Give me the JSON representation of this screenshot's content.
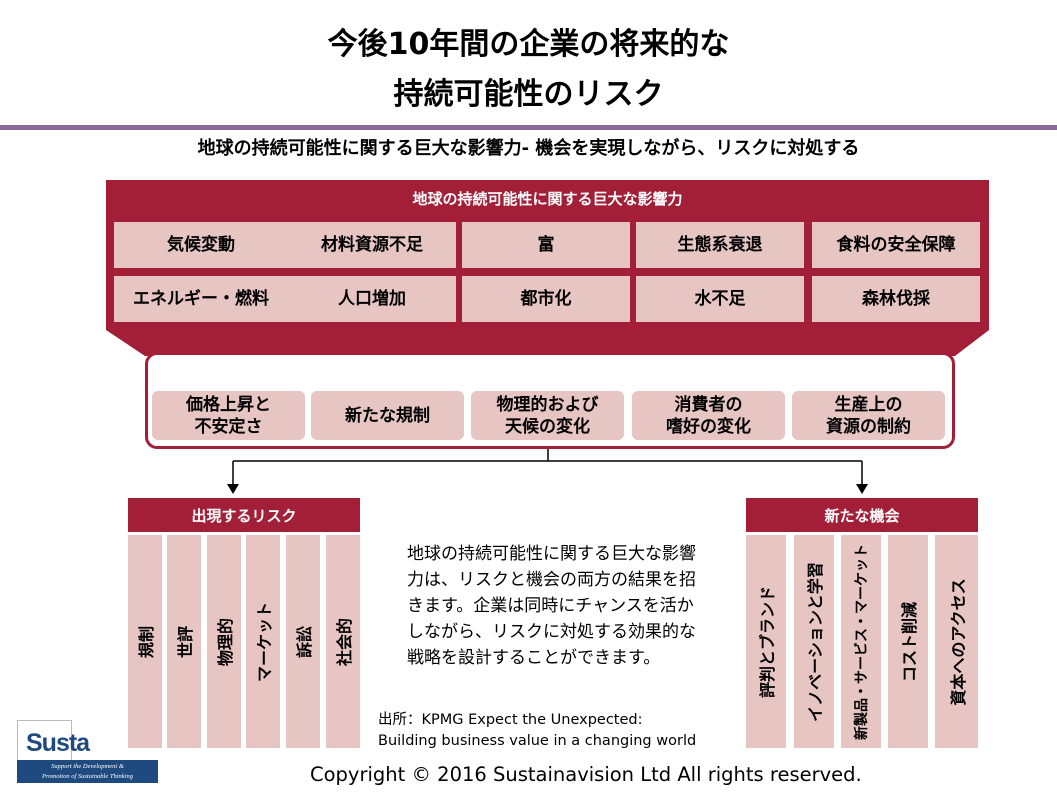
{
  "title": {
    "line1": "今後10年間の企業の将来的な",
    "line2": "持続可能性のリスク"
  },
  "subtitle": "地球の持続可能性に関する巨大な影響力- 機会を実現しながら、リスクに対処する",
  "forces": {
    "header": "地球の持続可能性に関する巨大な影響力",
    "items": [
      "気候変動",
      "材料資源不足",
      "富",
      "生態系衰退",
      "食料の安全保障",
      "エネルギー・燃料",
      "人口増加",
      "都市化",
      "水不足",
      "森林伐採"
    ]
  },
  "impacts": [
    "価格上昇と\n不安定さ",
    "新たな規制",
    "物理的および\n天候の変化",
    "消費者の\n嗜好の変化",
    "生産上の\n資源の制約"
  ],
  "risks": {
    "header": "出現するリスク",
    "items": [
      "規制",
      "世評",
      "物理的",
      "マーケット",
      "訴訟",
      "社会的"
    ]
  },
  "opportunities": {
    "header": "新たな機会",
    "items": [
      "評判とブランド",
      "イノベーションと学習",
      "新製品・サービス・マーケット",
      "コスト削減",
      "資本へのアクセス"
    ]
  },
  "body": "地球の持続可能性に関する巨大な影響力は、リスクと機会の両方の結果を招きます。企業は同時にチャンスを活かしながら、リスクに対処する効果的な戦略を設計することができます。",
  "source": {
    "line1": "出所：KPMG  Expect the Unexpected:",
    "line2": "Building business value  in a changing world"
  },
  "logo": {
    "name": "Susta",
    "tagline1": "Support the Development &",
    "tagline2": "Promotion of Sustainable Thinking"
  },
  "copyright": "Copyright © 2016 Sustainavision Ltd All rights reserved.",
  "colors": {
    "accent": "#a31f38",
    "cell": "#e6c5c3",
    "rule": "#8a6a98"
  }
}
